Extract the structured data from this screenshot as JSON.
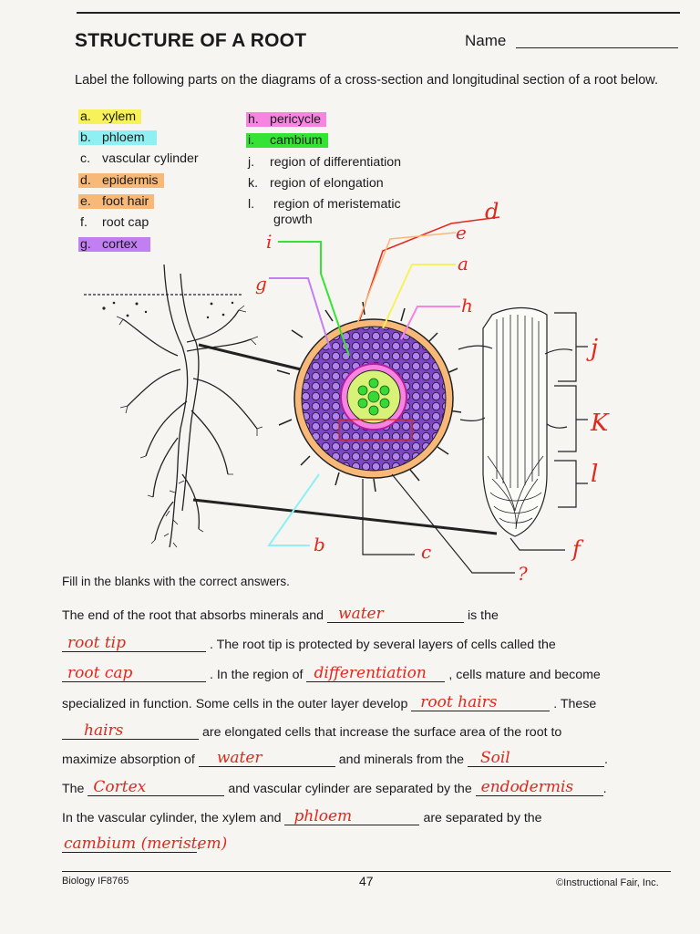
{
  "header": {
    "title": "STRUCTURE OF A ROOT",
    "name_label": "Name"
  },
  "instructions": "Label the following parts on the diagrams of a cross-section and longitudinal section of a root below.",
  "labels": [
    {
      "letter": "a.",
      "text": "xylem",
      "highlight": "#f7f25a"
    },
    {
      "letter": "b.",
      "text": "phloem",
      "highlight": "#8ff0f4"
    },
    {
      "letter": "c.",
      "text": "vascular cylinder",
      "highlight": ""
    },
    {
      "letter": "d.",
      "text": "epidermis",
      "highlight": "#f8b877"
    },
    {
      "letter": "e.",
      "text": "foot hair",
      "highlight": "#f8b877"
    },
    {
      "letter": "f.",
      "text": "root cap",
      "highlight": ""
    },
    {
      "letter": "g.",
      "text": "cortex",
      "highlight": "#c17ff2"
    },
    {
      "letter": "h.",
      "text": "pericycle",
      "highlight": "#f784e0"
    },
    {
      "letter": "i.",
      "text": "cambium",
      "highlight": "#35e335"
    },
    {
      "letter": "j.",
      "text": "region of differentiation",
      "highlight": ""
    },
    {
      "letter": "k.",
      "text": "region of elongation",
      "highlight": ""
    },
    {
      "letter": "l.",
      "text": "region of meristematic growth",
      "highlight": ""
    }
  ],
  "diagram_marks": {
    "i": "i",
    "g": "g",
    "d": "d",
    "e": "e",
    "a": "a",
    "h": "h",
    "b": "b",
    "c": "c",
    "q": "?",
    "j": "j",
    "k": "K",
    "l": "l",
    "f": "f"
  },
  "fill_heading": "Fill in the blanks with the correct answers.",
  "sentences": {
    "s1a": "The end of the root that absorbs minerals and",
    "s1b": "is the",
    "s2": ". The root tip is protected by several layers of cells called the",
    "s3a": ". In the region of",
    "s3b": ", cells mature and become",
    "s4a": "specialized in function.  Some cells in the outer layer develop",
    "s4b": ". These",
    "s5": "are elongated cells that increase the surface area of the root to",
    "s6a": "maximize absorption of",
    "s6b": "and minerals from the",
    "s6c": ".",
    "s7a": "The",
    "s7b": "and vascular cylinder are separated by the",
    "s7c": ".",
    "s8a": "In the vascular cylinder, the xylem and",
    "s8b": "are separated by the",
    "s9": "."
  },
  "answers": {
    "a1": "water",
    "a2": "root tip",
    "a3": "root cap",
    "a4": "differentiation",
    "a5": "root hairs",
    "a6": "hairs",
    "a7": "water",
    "a8": "Soil",
    "a9": "Cortex",
    "a10": "endodermis",
    "a11": "phloem",
    "a12": "cambium (meristem)"
  },
  "footer": {
    "left": "Biology IF8765",
    "page": "47",
    "right": "©Instructional Fair, Inc."
  }
}
